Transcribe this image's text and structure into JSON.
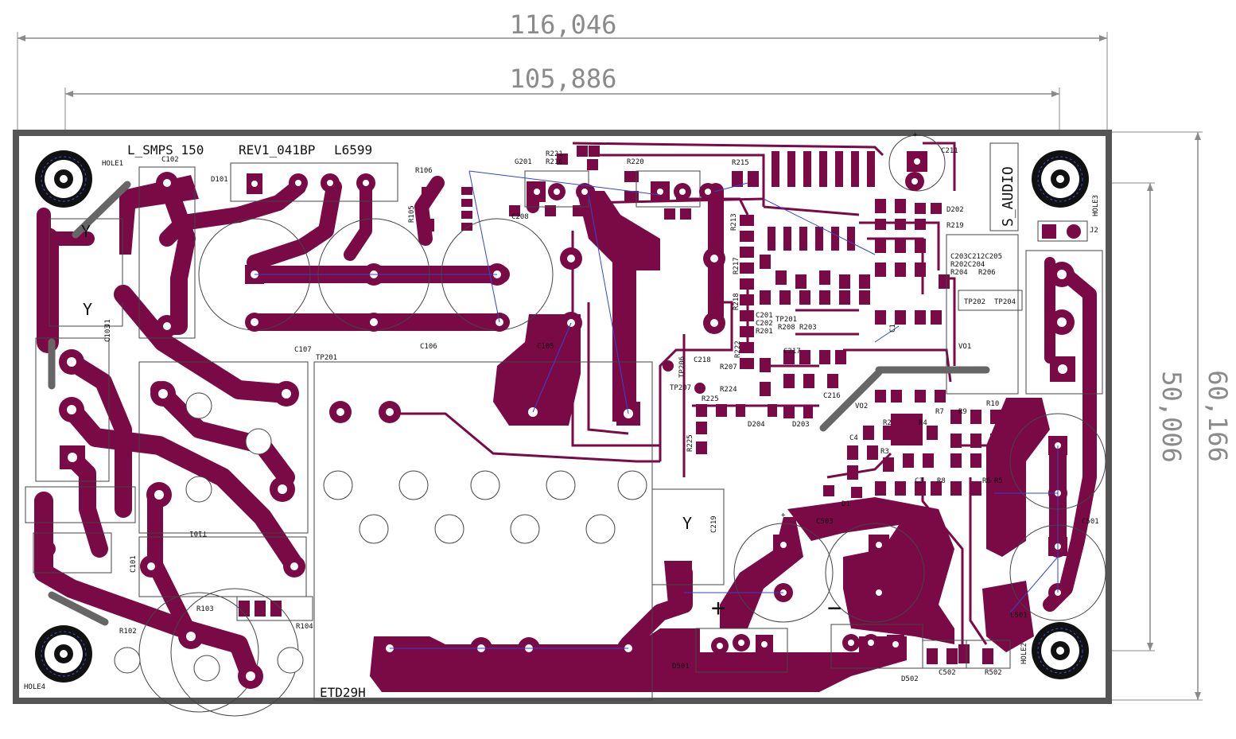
{
  "dimensions": {
    "overall_width": "116,046",
    "inner_width": "105,886",
    "overall_height": "60,166",
    "inner_height": "50,006"
  },
  "board": {
    "title": "L_SMPS 150",
    "revision": "REV1_041BP",
    "controller": "L6599",
    "brand": "S_AUDIO",
    "transformer": "ETD29H"
  },
  "holes": [
    "HOLE1",
    "HOLE2",
    "HOLE3",
    "HOLE4"
  ],
  "designators": {
    "c102": "C102",
    "d101": "D101",
    "r106": "R106",
    "r105": "R105",
    "g201": "G201",
    "r221": "R221",
    "r216": "R216",
    "r220": "R220",
    "r215": "R215",
    "c211": "C211",
    "c103": "C103",
    "j1": "J1",
    "c107": "C107",
    "c106": "C106",
    "c105": "C105",
    "tp201": "TP201",
    "c218": "C218",
    "tp206": "TP206",
    "tp207": "TP207",
    "r225a": "R225",
    "r225b": "R225",
    "d204": "D204",
    "d203": "D203",
    "r103": "R103",
    "r104": "R104",
    "r102": "R102",
    "c101": "C101",
    "t101": "T101",
    "hole4": "HOLE4",
    "c219": "C219",
    "d501": "D501",
    "d502": "D502",
    "c502": "C502",
    "r502": "R502",
    "c503": "C503",
    "c501": "C501",
    "l501": "L501",
    "j2": "J2",
    "hole2": "HOLE2",
    "tp202": "TP202",
    "tp204": "TP204",
    "vo1": "VO1",
    "vo2": "VO2",
    "d202": "D202",
    "r219": "R219",
    "r217": "R217",
    "r218": "R218",
    "r222": "R222",
    "r207": "R207",
    "r224": "R224",
    "c217": "C217",
    "c216": "C216",
    "r208": "R208",
    "r203": "R203",
    "r201": "R201",
    "c201": "C201",
    "c202": "C202",
    "tp201b": "TP201",
    "c1": "C1",
    "r10": "R10",
    "r9": "R9",
    "r2": "R2",
    "r4": "R4",
    "r3": "R3",
    "c4": "C4",
    "r5": "R5",
    "r6": "R6",
    "c3": "C3",
    "r8": "R8",
    "r7": "R7",
    "d1": "D1",
    "r213": "R213",
    "c208": "C208",
    "c203_group": "C203C212C205",
    "r202": "R202C204",
    "r204": "R204",
    "r206": "R206"
  },
  "symbols": {
    "plus": "+",
    "minus": "−",
    "y": "Y"
  },
  "colors": {
    "copper": "#7a0a45",
    "board_edge": "#555555",
    "silkscreen": "#111111",
    "dimension": "#8a8a8a",
    "ratsnest": "#3344cc"
  }
}
